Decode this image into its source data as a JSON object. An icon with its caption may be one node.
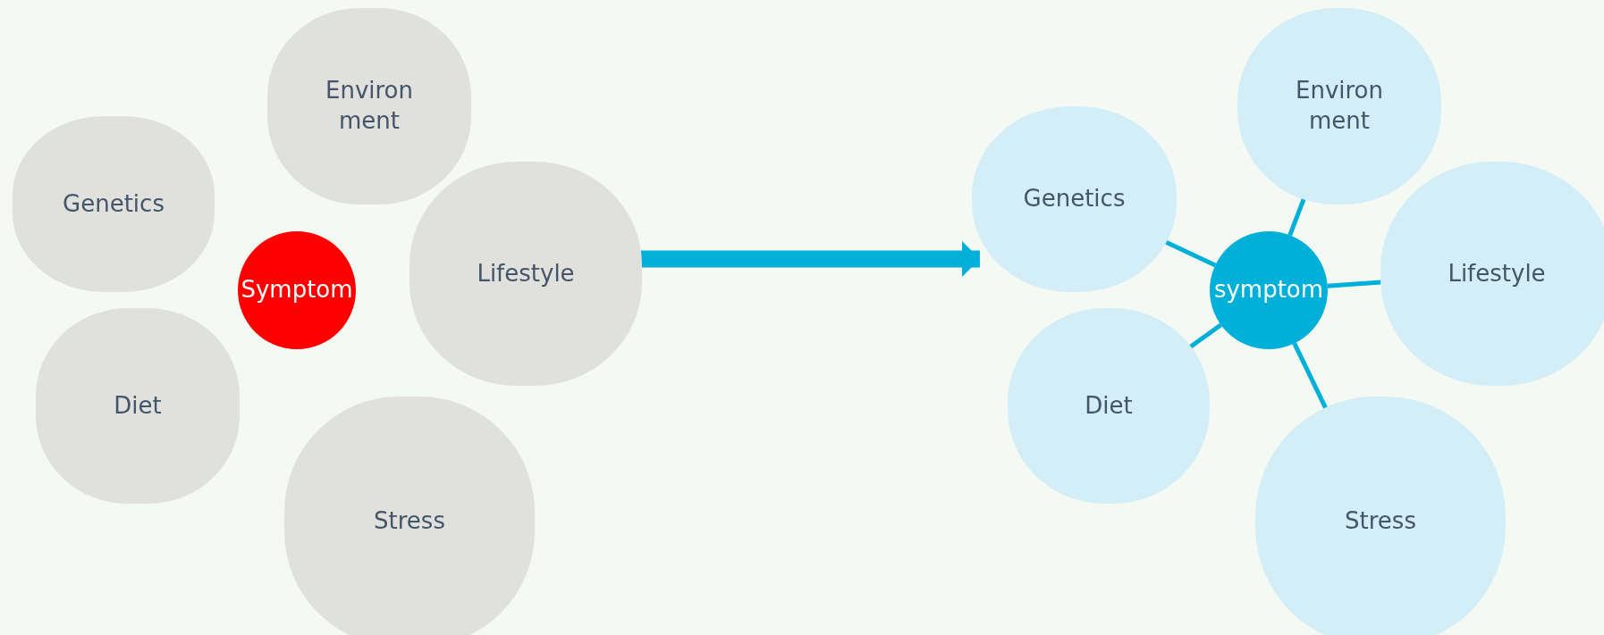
{
  "diagram": {
    "nodes": [
      {
        "text": [
          "Environ ment"
        ]
      },
      {
        "text": [
          "Genetics"
        ]
      },
      {
        "text": [
          "Symptom"
        ]
      },
      {
        "text": [
          "Lifestyle"
        ]
      },
      {
        "text": [
          "Diet"
        ]
      },
      {
        "text": [
          "Stress"
        ]
      },
      {
        "text": [
          "Environ ment"
        ]
      },
      {
        "text": [
          "Genetics"
        ]
      },
      {
        "text": [
          "symptom"
        ]
      },
      {
        "text": [
          "Lifestyle"
        ]
      },
      {
        "text": [
          "Diet"
        ]
      },
      {
        "text": [
          "Stress"
        ]
      }
    ],
    "edges": [
      {
        "from": 3,
        "to": 7,
        "arrow": "to",
        "style": "thick"
      },
      {
        "from": 8,
        "to": 6,
        "arrow": "none"
      },
      {
        "from": 8,
        "to": 7,
        "arrow": "none"
      },
      {
        "from": 8,
        "to": 9,
        "arrow": "none"
      },
      {
        "from": 8,
        "to": 10,
        "arrow": "none"
      },
      {
        "from": 8,
        "to": 11,
        "arrow": "none"
      }
    ]
  }
}
